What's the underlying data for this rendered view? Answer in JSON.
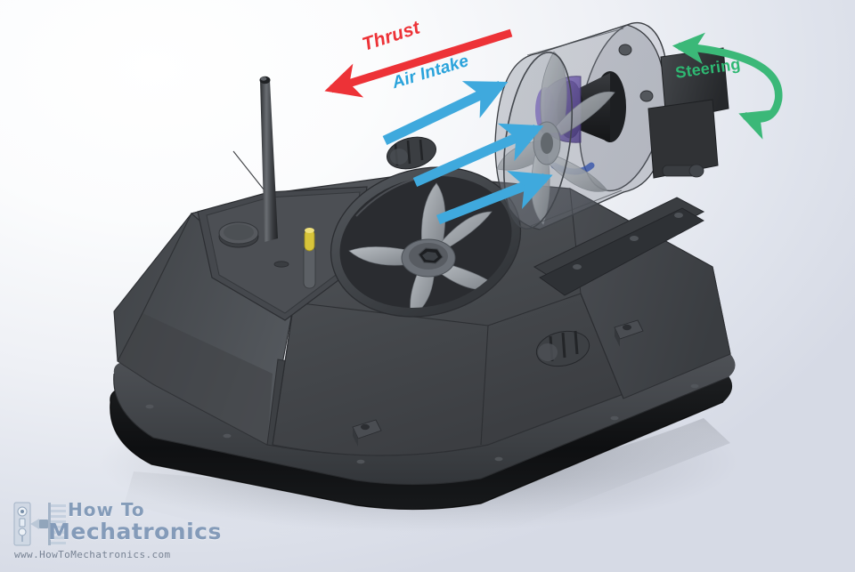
{
  "scene": {
    "title": "RC Hovercraft CAD render with airflow annotations",
    "background_top_color": "#ffffff",
    "background_bottom_color": "#d6dae5"
  },
  "annotations": [
    {
      "id": "thrust",
      "label": "Thrust",
      "color": "#ed3237",
      "arrow": "straight-left",
      "description": "Red straight arrow pointing forward-left above the craft"
    },
    {
      "id": "air_intake",
      "label": "Air Intake",
      "color": "#2aa3db",
      "arrow": "three-parallel-right",
      "description": "Three blue parallel arrows pointing up-right into the ducted fan"
    },
    {
      "id": "steering",
      "label": "Steering",
      "color": "#2eb872",
      "arrow": "curved-double",
      "description": "Green curved double-headed arrow over the rudder vanes"
    }
  ],
  "colors": {
    "thrust_red": "#ed3237",
    "intake_blue": "#3fa9dd",
    "steering_green": "#2eb872",
    "body_dark": "#3b3d40",
    "body_mid": "#4a4d51",
    "body_light": "#5a5e63",
    "skirt_black": "#121315",
    "prop_grey": "#9aa0a6",
    "motor_purple": "#6d5aa8",
    "brass_yellow": "#d8c43a",
    "duct_glass": "rgba(120,125,135,0.30)"
  },
  "watermark": {
    "line1": "How To",
    "line2": "Mechatronics",
    "url": "www.HowToMechatronics.com",
    "logo_name": "htm-circuit-logo"
  },
  "parts": {
    "antenna": "antenna-rod",
    "lift_fan": "lift-fan-5-blade",
    "hub_nut": "hex-nut",
    "thrust_fan": "ducted-thrust-propeller",
    "motor": "brushless-motor",
    "rudders": "rudder-vanes",
    "nav_light": "dome-light-housing",
    "fuel_cap": "round-cap",
    "switch": "brass-toggle-pin",
    "hull": "hovercraft-hull",
    "skirt": "hovercraft-skirt"
  }
}
